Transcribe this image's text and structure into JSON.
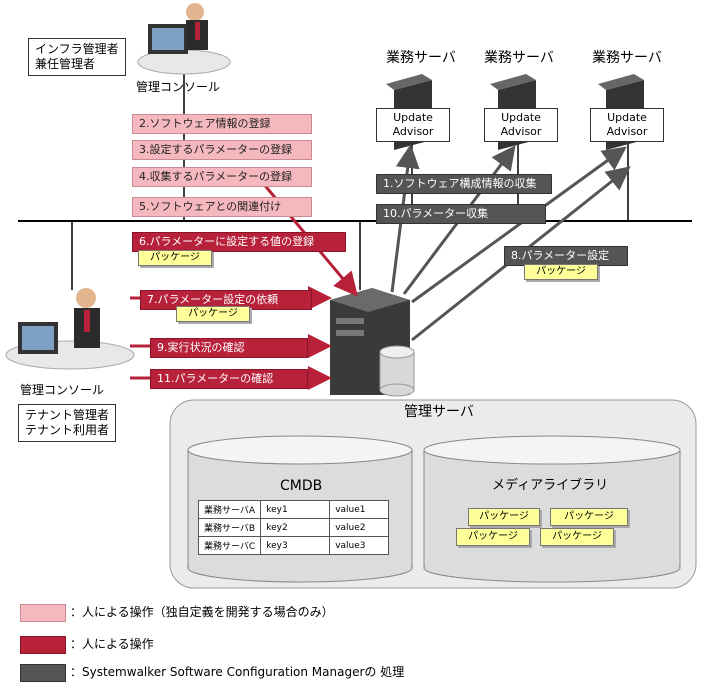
{
  "roles": {
    "infra_admin": "インフラ管理者\n兼任管理者",
    "tenant": "テナント管理者\nテナント利用者"
  },
  "consoles": {
    "top": "管理コンソール",
    "left": "管理コンソール"
  },
  "business_server": {
    "label": "業務サーバ",
    "advisor": "Update\nAdvisor"
  },
  "pink_steps": [
    "2.ソフトウェア情報の登録",
    "3.設定するパラメーターの登録",
    "4.収集するパラメーターの登録",
    "5.ソフトウェアとの関連付け"
  ],
  "red_steps": [
    "6.パラメーターに設定する値の登録",
    "7.パラメーター設定の依頼",
    "9.実行状況の確認",
    "11.パラメーターの確認"
  ],
  "gray_steps": [
    "1.ソフトウェア構成情報の収集",
    "10.パラメーター収集",
    "8.パラメーター設定"
  ],
  "package_label": "パッケージ",
  "mgmt_server": "管理サーバ",
  "cmdb": {
    "title": "CMDB",
    "rows": [
      [
        "業務サーバA",
        "key1",
        "value1"
      ],
      [
        "業務サーバB",
        "key2",
        "value2"
      ],
      [
        "業務サーバC",
        "key3",
        "value3"
      ]
    ]
  },
  "media_library": "メディアライブラリ",
  "legend": {
    "pink": "：人による操作（独自定義を開発する場合のみ）",
    "red": "：人による操作",
    "gray": "：Systemwalker Software Configuration Managerの 処理"
  },
  "colors": {
    "pink": "#f6b8bf",
    "red": "#b7213a",
    "gray": "#555555"
  }
}
